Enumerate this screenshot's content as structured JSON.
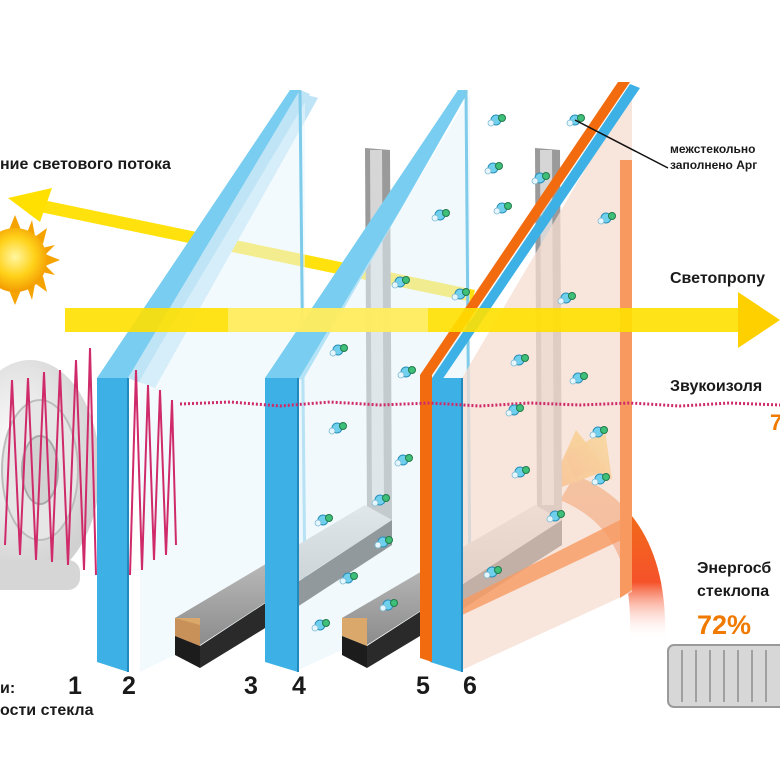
{
  "labels": {
    "reflection": "ние светового потока",
    "argon_line1": "межстекольно",
    "argon_line2": "заполнено Арг",
    "light": "Светопропу",
    "sound": "Звукоизоля",
    "sound_pct": "7",
    "energy_line1": "Энергосб",
    "energy_line2": "стеклопа",
    "energy_pct": "72%",
    "surfaces_title": "и:",
    "surfaces_caption": "ости стекла"
  },
  "surface_numbers": [
    "1",
    "2",
    "3",
    "4",
    "5",
    "6"
  ],
  "colors": {
    "glass_edge": "#3db1e6",
    "glass_face": "#cfeaf8",
    "coated_glass_edge": "#f26b0f",
    "light_arrow": "#ffe000",
    "sound_wave": "#cf2a6a",
    "heat_arrow": "#f0421c",
    "percent_text": "#f07a00"
  },
  "icons": [
    "sun-icon",
    "radiator-icon",
    "argon-molecule-icon",
    "speaker-icon"
  ]
}
